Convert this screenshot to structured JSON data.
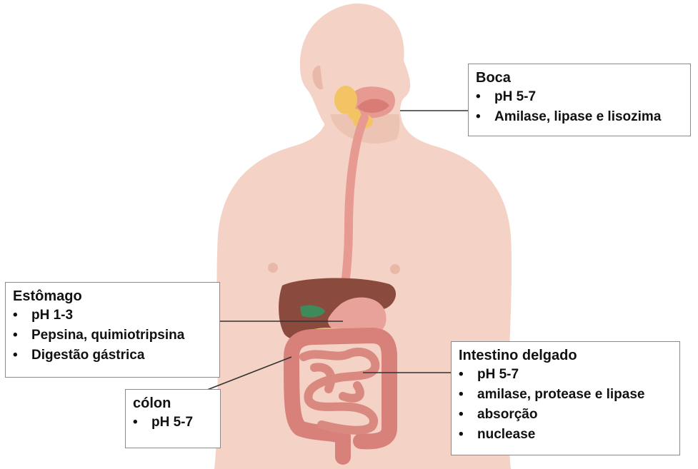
{
  "labels": {
    "boca": {
      "title": "Boca",
      "items": [
        "pH 5-7",
        "Amilase, lipase e lisozima"
      ]
    },
    "estomago": {
      "title": "Estômago",
      "items": [
        "pH 1-3",
        "Pepsina, quimiotripsina",
        "Digestão gástrica"
      ]
    },
    "colon": {
      "title": "cólon",
      "items": [
        "pH 5-7"
      ]
    },
    "intestino": {
      "title": "Intestino delgado",
      "items": [
        "pH 5-7",
        "amilase, protease e lipase",
        "absorção",
        "nuclease"
      ]
    }
  },
  "colors": {
    "skin": "#f4d2c6",
    "skin_shadow": "#e8b9a9",
    "liver": "#8a4a3d",
    "stomach": "#e9a29a",
    "gallbladder": "#3f8a5a",
    "pancreas": "#f0d27a",
    "intestine": "#d9897f",
    "colon": "#d8817b",
    "salivary_gland": "#f2c463",
    "esophagus": "#e79a92",
    "leader_line": "#333333",
    "box_border": "#8a8a8a"
  }
}
